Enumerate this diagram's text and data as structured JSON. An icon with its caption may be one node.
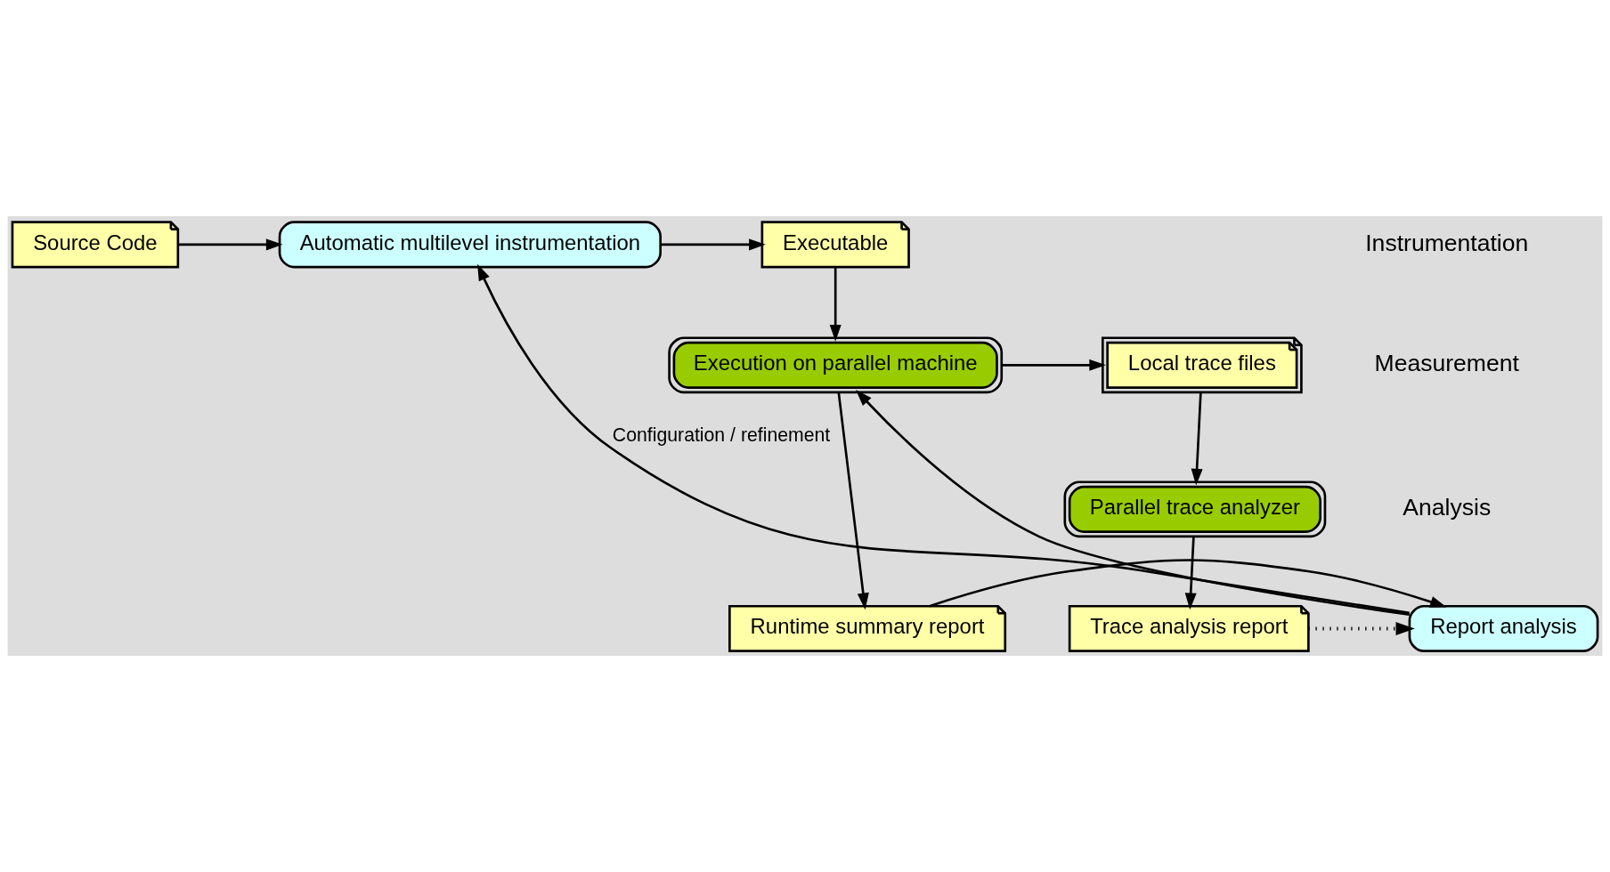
{
  "diagram": {
    "nodes": [
      {
        "text": [
          "Source Code"
        ]
      },
      {
        "text": [
          "Automatic multilevel instrumentation"
        ]
      },
      {
        "text": [
          "Executable"
        ]
      },
      {
        "text": [
          "Execution on parallel machine"
        ]
      },
      {
        "text": [
          "Local trace files"
        ]
      },
      {
        "text": [
          "Parallel trace analyzer"
        ]
      },
      {
        "text": [
          "Runtime summary report"
        ]
      },
      {
        "text": [
          "Trace analysis report"
        ]
      },
      {
        "text": [
          "Report analysis"
        ]
      }
    ],
    "edges": [
      {
        "from": 0,
        "to": 1,
        "arrow": "to"
      },
      {
        "from": 1,
        "to": 2,
        "arrow": "to"
      },
      {
        "from": 2,
        "to": 3,
        "arrow": "to"
      },
      {
        "from": 3,
        "to": 4,
        "arrow": "to"
      },
      {
        "from": 3,
        "to": 6,
        "arrow": "to"
      },
      {
        "from": 4,
        "to": 5,
        "arrow": "to"
      },
      {
        "from": 5,
        "to": 7,
        "arrow": "to"
      },
      {
        "from": 6,
        "to": 8,
        "arrow": "to"
      },
      {
        "from": 7,
        "to": 8,
        "arrow": "to",
        "style": "dashed"
      },
      {
        "from": 8,
        "to": 1,
        "arrow": "to",
        "label": "Configuration / refinement"
      },
      {
        "from": 8,
        "to": 3,
        "arrow": "to"
      }
    ],
    "labels": [
      "Instrumentation",
      "Measurement",
      "Analysis"
    ]
  }
}
